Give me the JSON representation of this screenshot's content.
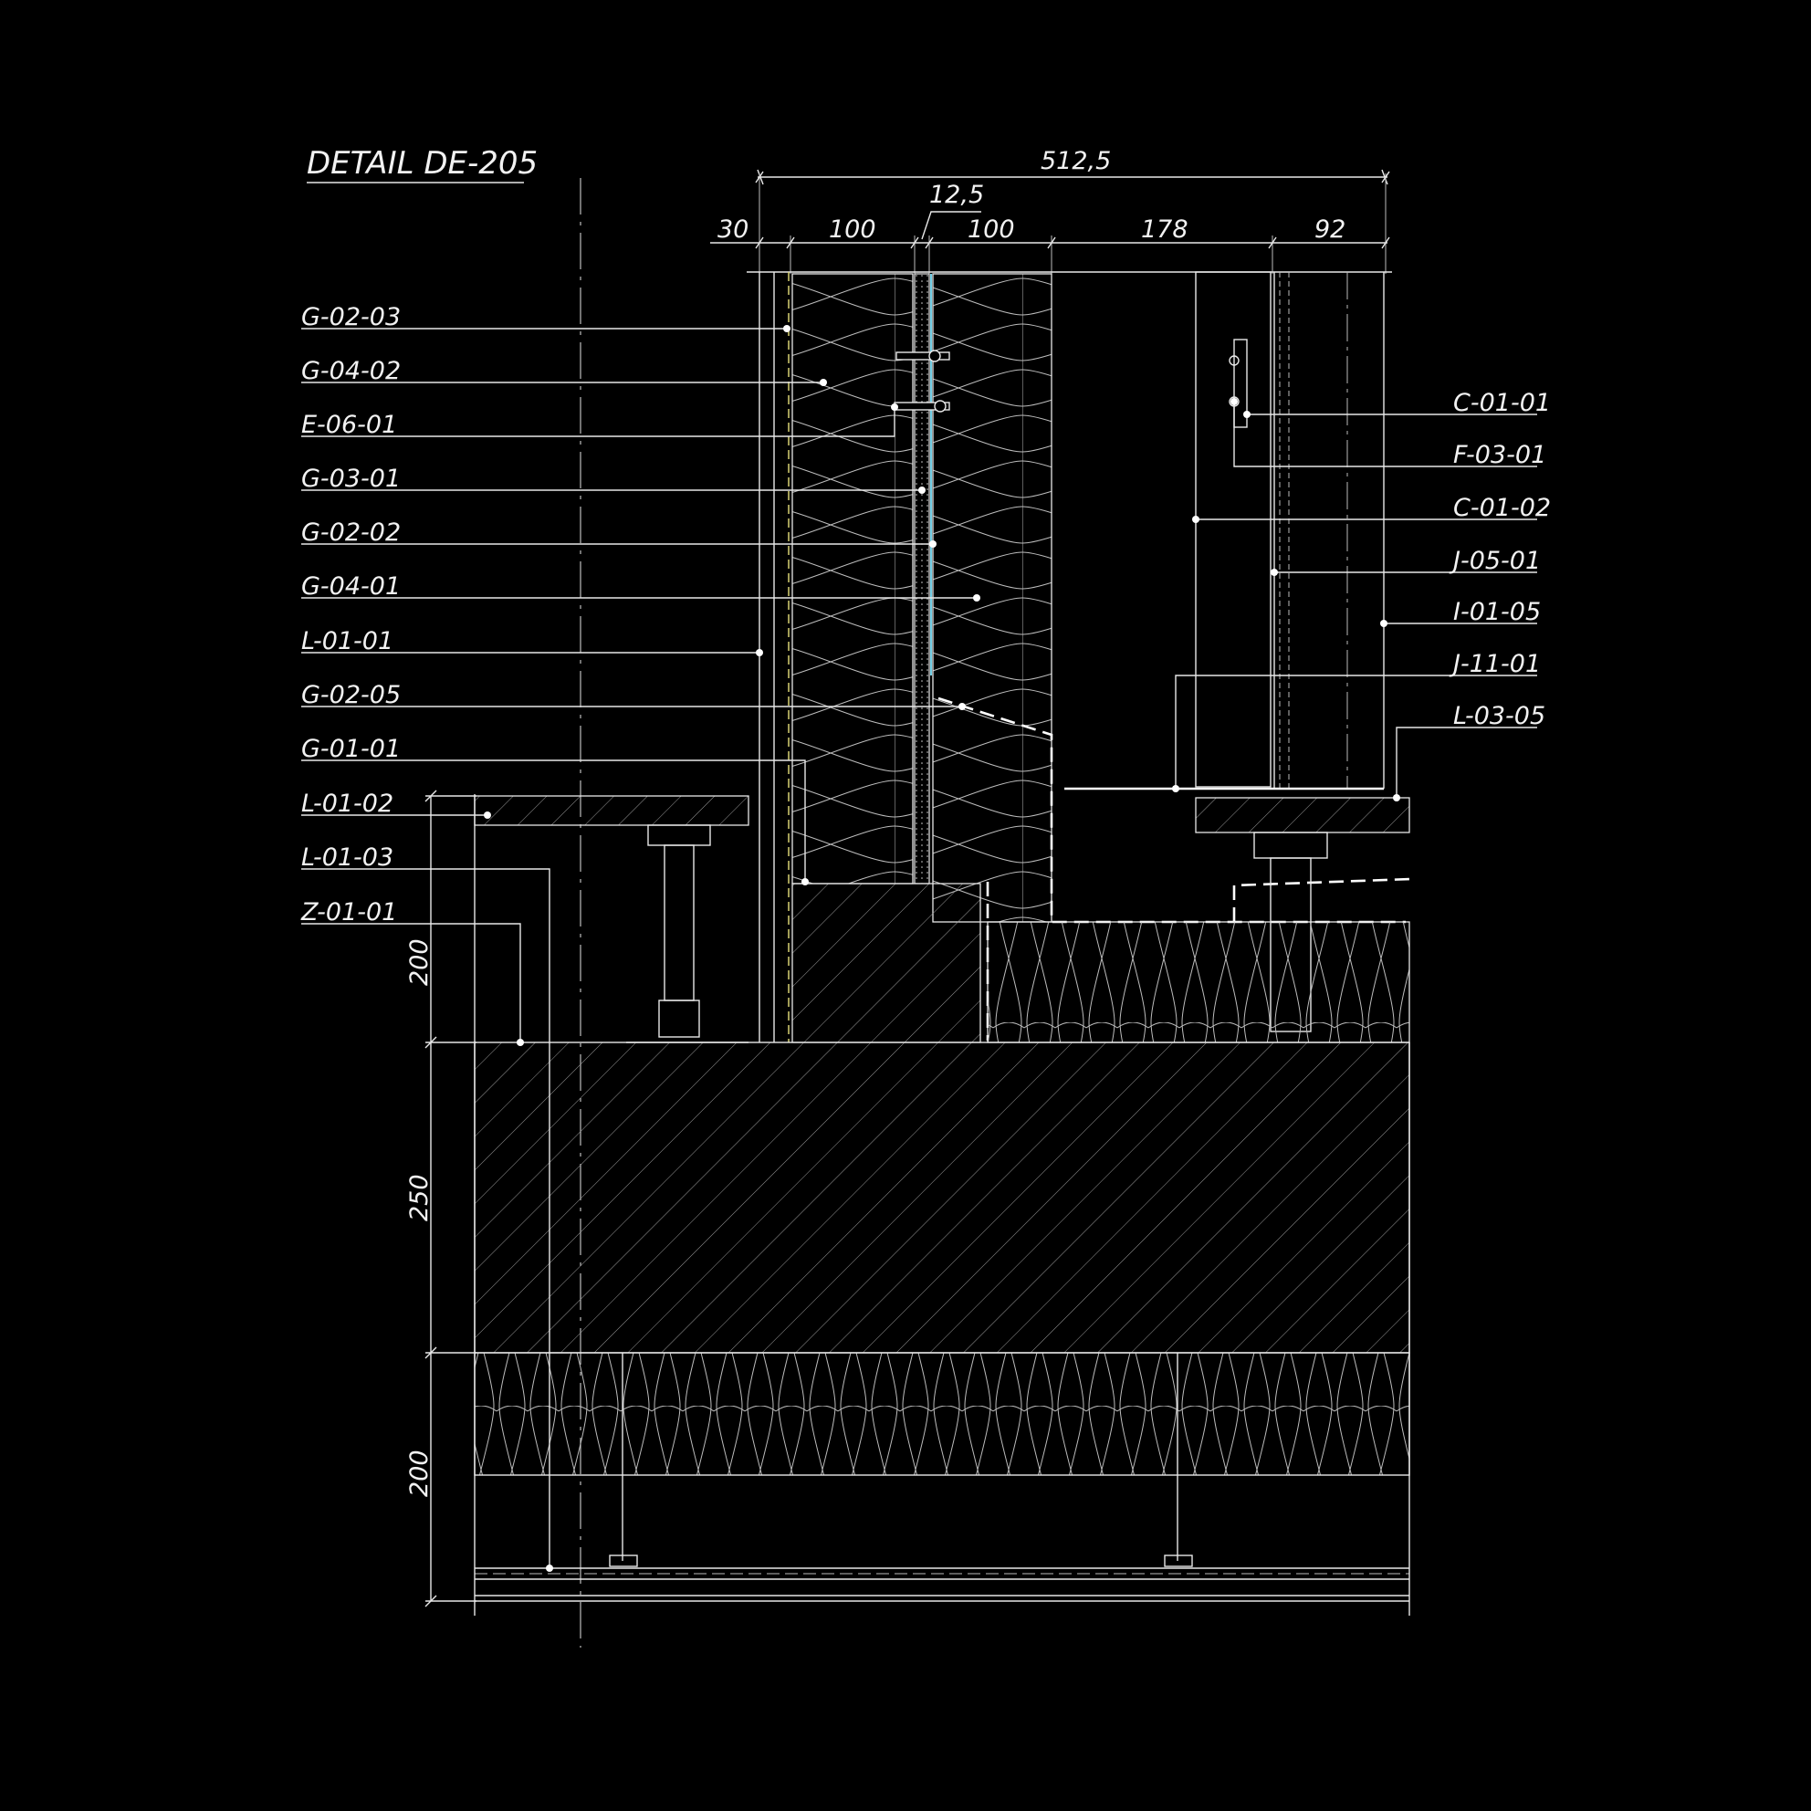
{
  "title": "DETAIL DE-205",
  "dimensions_top": {
    "overall": "512,5",
    "gap": "12,5",
    "segments": [
      "30",
      "100",
      "100",
      "178",
      "92"
    ]
  },
  "dimensions_left": [
    "200",
    "250",
    "200"
  ],
  "labels_left": [
    "G-02-03",
    "G-04-02",
    "E-06-01",
    "G-03-01",
    "G-02-02",
    "G-04-01",
    "L-01-01",
    "G-02-05",
    "G-01-01",
    "L-01-02",
    "L-01-03",
    "Z-01-01"
  ],
  "labels_right": [
    "C-01-01",
    "F-03-01",
    "C-01-02",
    "J-05-01",
    "I-01-05",
    "J-11-01",
    "L-03-05"
  ],
  "colors": {
    "background": "#000000",
    "line": "#e8e8e8",
    "accent": "#7fe6ff"
  }
}
